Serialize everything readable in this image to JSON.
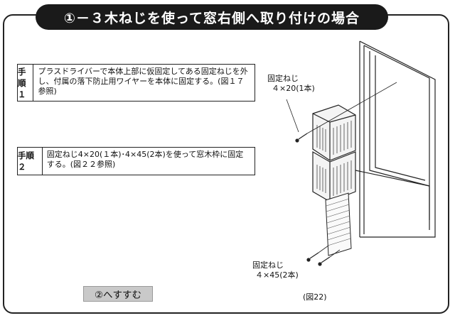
{
  "header": {
    "title": "①－３木ねじを使って窓右側へ取り付けの場合"
  },
  "steps": [
    {
      "label": "手順１",
      "text": "プラスドライバーで本体上部に仮固定してある固定ねじを外し、付属の落下防止用ワイヤーを本体に固定する。(図１７参照)"
    },
    {
      "label": "手順２",
      "text": "固定ねじ4×20(１本)･4×45(2本)を使って窓木枠に固定する。(図２２参照)"
    }
  ],
  "callouts": {
    "top_line1": "固定ねじ",
    "top_line2": "４×20(1本)",
    "bottom_line1": "固定ねじ",
    "bottom_line2": "４×45(2本)"
  },
  "figure_label": "(図22)",
  "nav": {
    "next_label": "②へすすむ"
  }
}
